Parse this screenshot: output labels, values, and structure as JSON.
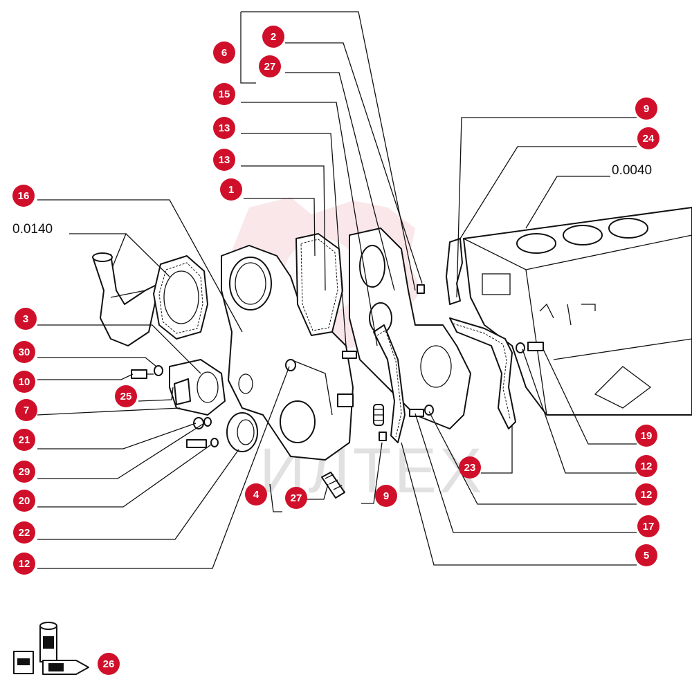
{
  "watermark": {
    "text": "ИЛТЕХ",
    "logo_color": "#f2b8bf"
  },
  "colors": {
    "callout": "#d0102a",
    "line": "#111111"
  },
  "reference_labels": {
    "right_top": "0.0040",
    "left": "0.0140"
  },
  "callouts": {
    "c2": "2",
    "c27a": "27",
    "c6": "6",
    "c15": "15",
    "c13a": "13",
    "c13b": "13",
    "c1": "1",
    "c16": "16",
    "c3": "3",
    "c30": "30",
    "c10": "10",
    "c25": "25",
    "c7": "7",
    "c21": "21",
    "c29": "29",
    "c20": "20",
    "c22": "22",
    "c12a": "12",
    "c4": "4",
    "c27b": "27",
    "c9a": "9",
    "c9b": "9",
    "c24": "24",
    "c19": "19",
    "c12b": "12",
    "c12c": "12",
    "c23": "23",
    "c17": "17",
    "c5": "5",
    "c26": "26"
  },
  "lubricant_icons": [
    "lubricant-tin-icon",
    "lubricant-can-icon",
    "lubricant-tube-icon"
  ]
}
